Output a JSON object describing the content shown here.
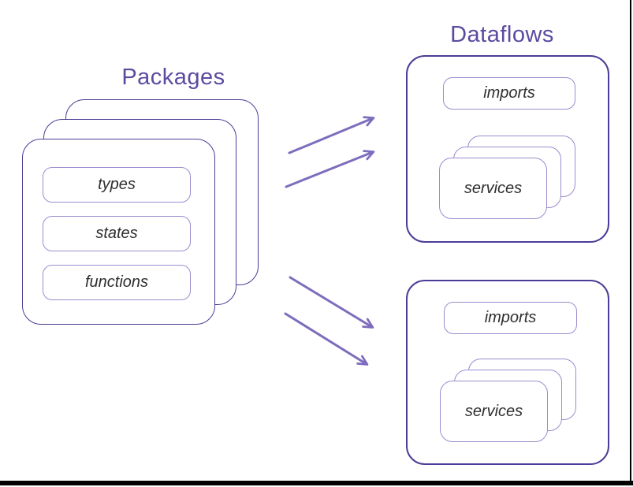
{
  "packages": {
    "title": "Packages",
    "boxes": [
      "types",
      "states",
      "functions"
    ]
  },
  "dataflows": {
    "title": "Dataflows",
    "top": {
      "imports": "imports",
      "services": "services"
    },
    "bottom": {
      "imports": "imports",
      "services": "services"
    }
  },
  "colors": {
    "outline_dark": "#4b3d97",
    "outline_light": "#9d8bce",
    "title": "#5c4b9f",
    "arrow": "#7e6dbd",
    "label": "#2e2e2e",
    "frame": "#000000",
    "background": "#ffffff"
  }
}
